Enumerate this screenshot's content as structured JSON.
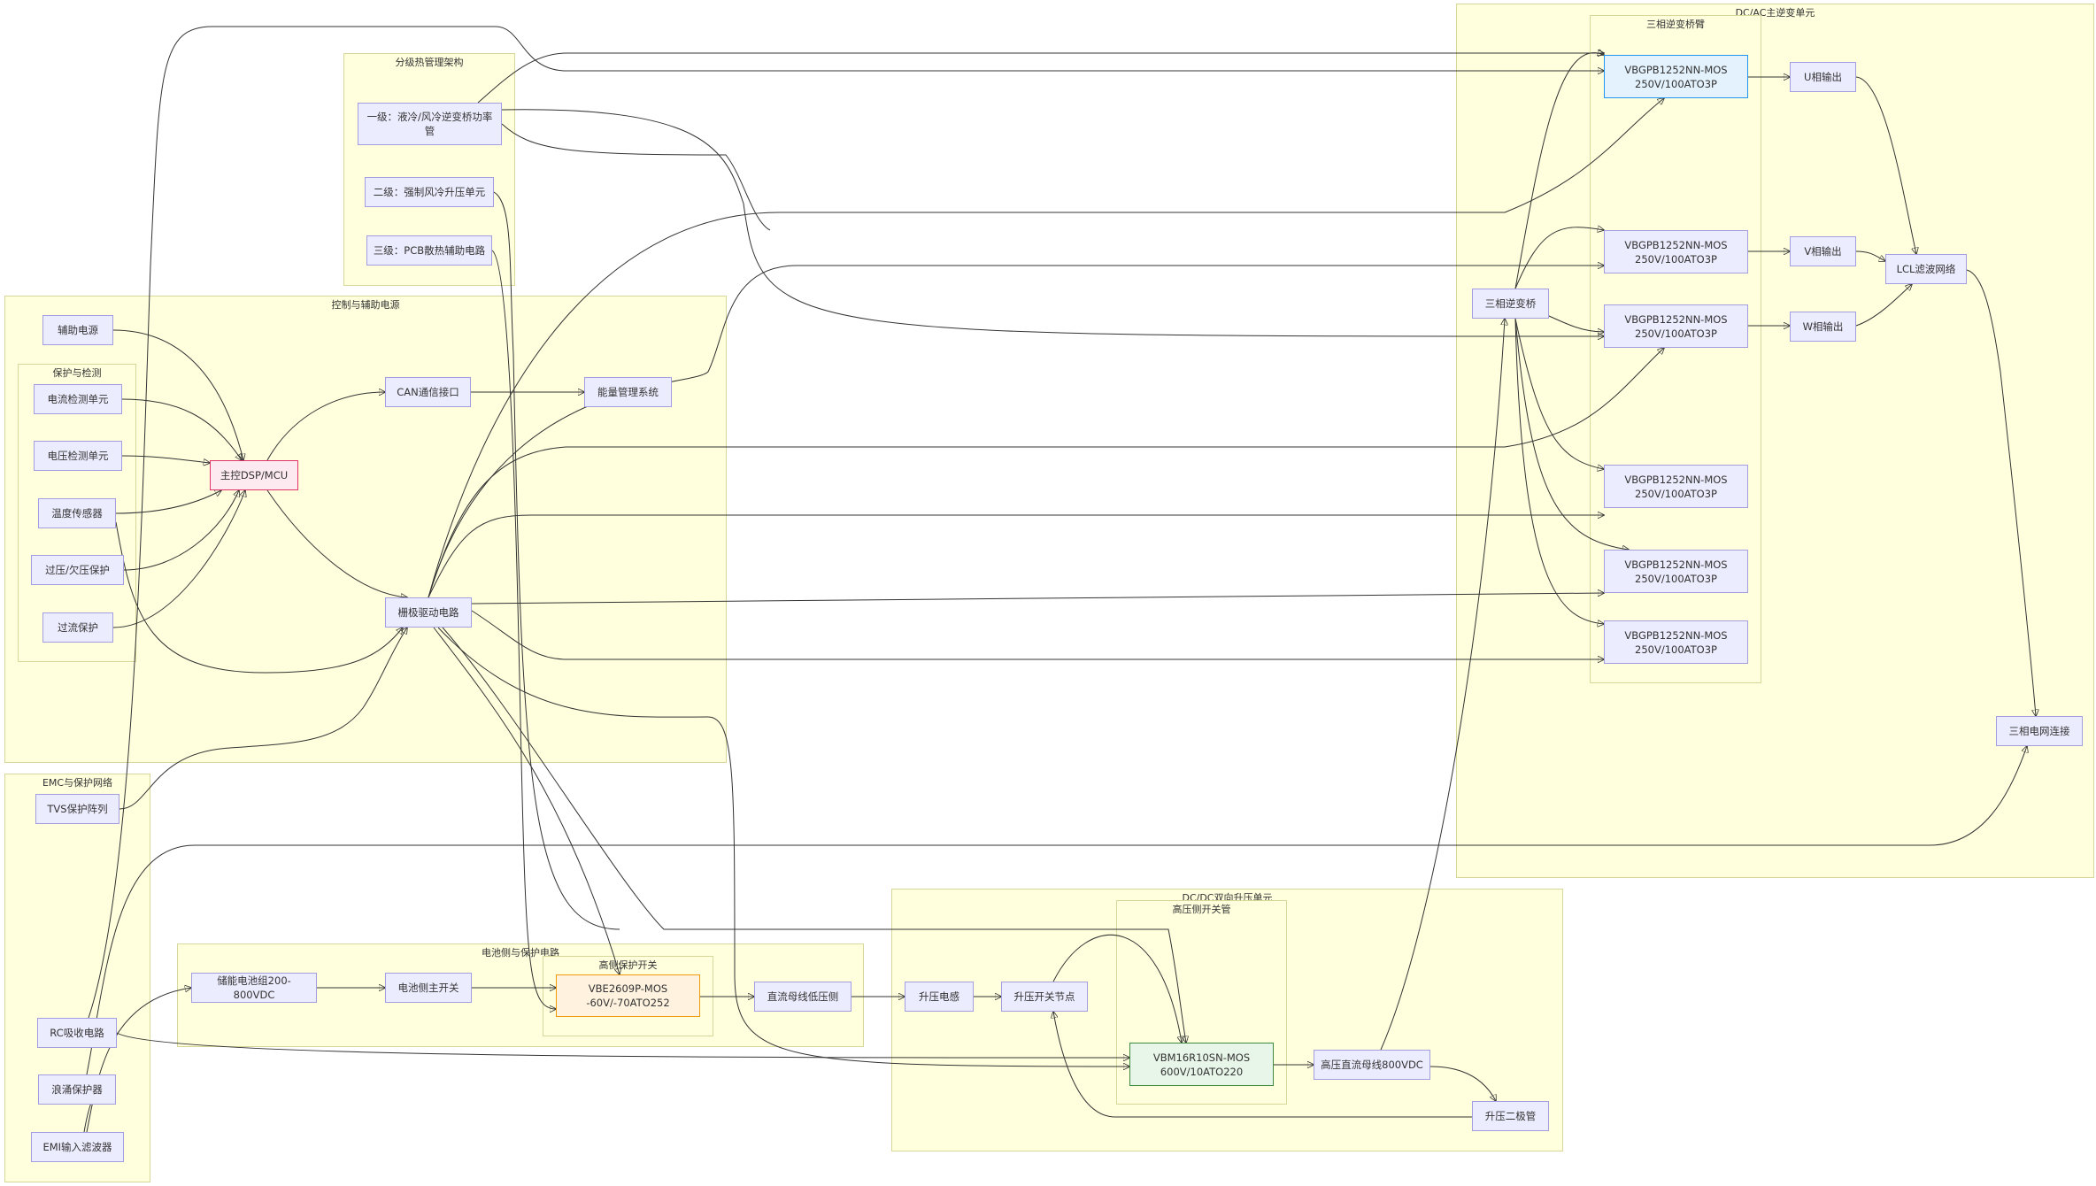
{
  "clusters": {
    "dcac": "DC/AC主逆变单元",
    "bridge": "三相逆变桥臂",
    "thermal": "分级热管理架构",
    "control": "控制与辅助电源",
    "protect": "保护与检测",
    "emc": "EMC与保护网络",
    "battery": "电池侧与保护电路",
    "hsw": "高侧保护开关",
    "dcdc": "DC/DC双向升压单元",
    "hvsw": "高压侧开关管"
  },
  "nodes": {
    "thermal_l1": "一级：液冷/风冷逆变桥功率管",
    "thermal_l2": "二级：强制风冷升压单元",
    "thermal_l3": "三级：PCB散热辅助电路",
    "aux_power": "辅助电源",
    "current_sense": "电流检测单元",
    "voltage_sense": "电压检测单元",
    "temp_sensor": "温度传感器",
    "ov_uv": "过压/欠压保护",
    "oc": "过流保护",
    "mcu": "主控DSP/MCU",
    "can": "CAN通信接口",
    "ems": "能量管理系统",
    "gate_driver": "栅极驱动电路",
    "tvs": "TVS保护阵列",
    "rc": "RC吸收电路",
    "surge": "浪涌保护器",
    "emi": "EMI输入滤波器",
    "battery_pack": "储能电池组200-800VDC",
    "battery_switch": "电池侧主开关",
    "vbe_line1": "VBE2609P-MOS",
    "vbe_line2": "-60V/-70ATO252",
    "dc_bus_low": "直流母线低压侧",
    "boost_inductor": "升压电感",
    "boost_node": "升压开关节点",
    "vbm_line1": "VBM16R10SN-MOS",
    "vbm_line2": "600V/10ATO220",
    "hv_bus": "高压直流母线800VDC",
    "boost_diode": "升压二极管",
    "three_phase_bridge": "三相逆变桥",
    "q1_line1": "VBGPB1252NN-MOS",
    "q1_line2": "250V/100ATO3P",
    "q2_line1": "VBGPB1252NN-MOS",
    "q2_line2": "250V/100ATO3P",
    "q3_line1": "VBGPB1252NN-MOS",
    "q3_line2": "250V/100ATO3P",
    "q4_line1": "VBGPB1252NN-MOS",
    "q4_line2": "250V/100ATO3P",
    "q5_line1": "VBGPB1252NN-MOS",
    "q5_line2": "250V/100ATO3P",
    "q6_line1": "VBGPB1252NN-MOS",
    "q6_line2": "250V/100ATO3P",
    "u_out": "U相输出",
    "v_out": "V相输出",
    "w_out": "W相输出",
    "lcl": "LCL滤波网络",
    "grid": "三相电网连接"
  },
  "colors": {
    "cluster_fill": "#ffffde",
    "node_fill": "#ececff",
    "mcu_accent": "#e0336a",
    "dcac_accent": "#2196f3",
    "dcdc_accent": "#3b8a3e",
    "battery_accent": "#f09b0a",
    "edge": "#333333"
  }
}
